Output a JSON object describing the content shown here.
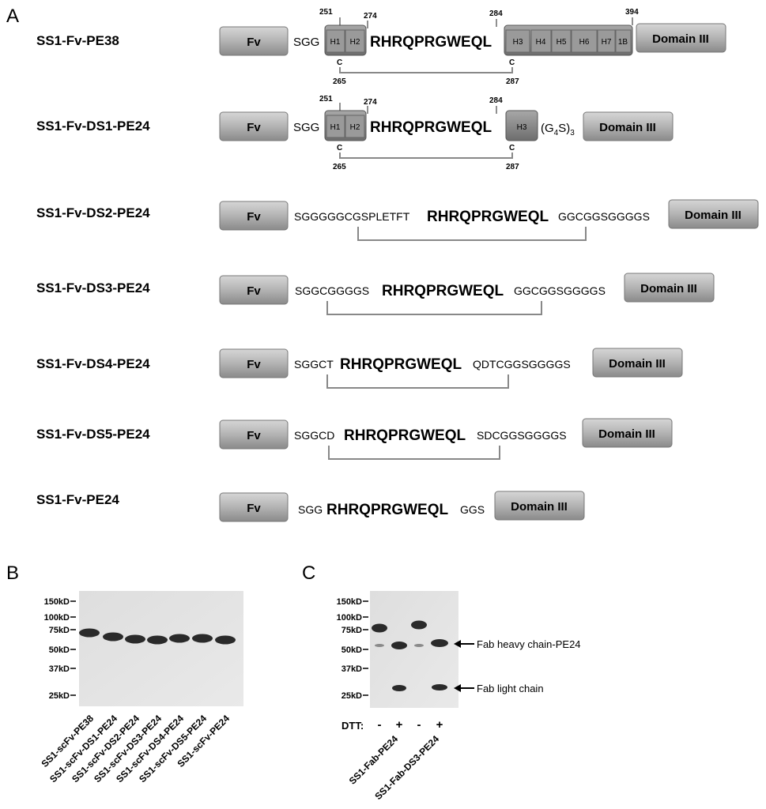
{
  "panels": {
    "a": "A",
    "b": "B",
    "c": "C"
  },
  "domain_label": "Domain III",
  "fv_label": "Fv",
  "core_seq": "RHRQPRGWEQL",
  "constructs": [
    {
      "name": "SS1-Fv-PE38",
      "left": "SGG",
      "right": "",
      "helix_blocks_a": [
        "H1",
        "H2"
      ],
      "helix_blocks_b": [
        "H3",
        "H4",
        "H5",
        "H6",
        "H7",
        "1B"
      ],
      "nums": {
        "n251": "251",
        "n274": "274",
        "n284": "284",
        "n394": "394",
        "n265": "265",
        "n287": "287"
      },
      "c_label": "C"
    },
    {
      "name": "SS1-Fv-DS1-PE24",
      "left": "SGG",
      "right": "(G",
      "right_sub": "4",
      "right_tail": "S)",
      "right_sub2": "3",
      "helix_blocks_a": [
        "H1",
        "H2"
      ],
      "helix_blocks_b": [
        "H3"
      ],
      "nums": {
        "n251": "251",
        "n274": "274",
        "n284": "284",
        "n265": "265",
        "n287": "287"
      },
      "c_label": "C"
    },
    {
      "name": "SS1-Fv-DS2-PE24",
      "left": "SGGGGGCGSPLETFT",
      "right": "GGCGGSGGGGS"
    },
    {
      "name": "SS1-Fv-DS3-PE24",
      "left": "SGGCGGGGS",
      "right": "GGCGGSGGGGS"
    },
    {
      "name": "SS1-Fv-DS4-PE24",
      "left": "SGGCT",
      "right": "QDTCGGSGGGGS"
    },
    {
      "name": "SS1-Fv-DS5-PE24",
      "left": "SGGCD",
      "right": "SDCGGSGGGGS"
    },
    {
      "name": "SS1-Fv-PE24",
      "left": "SGG",
      "right": "GGS"
    }
  ],
  "gel_b": {
    "markers": [
      "150kD",
      "100kD",
      "75kD",
      "50kD",
      "37kD",
      "25kD"
    ],
    "lanes": [
      "SS1-scFv-PE38",
      "SS1-scFv-DS1-PE24",
      "SS1-scFv-DS2-PE24",
      "SS1-scFv-DS3-PE24",
      "SS1-scFv-DS4-PE24",
      "SS1-scFv-DS5-PE24",
      "SS1-scFv-PE24"
    ]
  },
  "gel_c": {
    "markers": [
      "150kD",
      "100kD",
      "75kD",
      "50kD",
      "37kD",
      "25kD"
    ],
    "dtt_label": "DTT:",
    "dtt": [
      "-",
      "+",
      "-",
      "+"
    ],
    "samples": [
      "SS1-Fab-PE24",
      "SS1-Fab-DS3-PE24"
    ],
    "arrows": [
      "Fab heavy chain-PE24",
      "Fab light chain"
    ]
  }
}
